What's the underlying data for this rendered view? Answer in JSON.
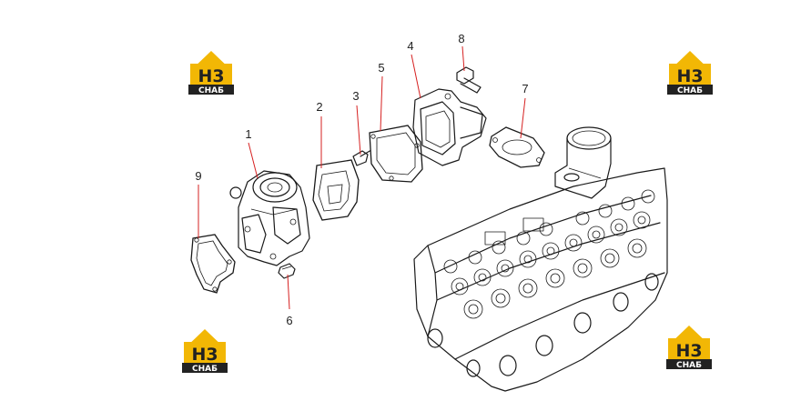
{
  "logos": [
    {
      "id": "top-left",
      "mark": "Н3",
      "subtitle": "СНАБ"
    },
    {
      "id": "top-right",
      "mark": "Н3",
      "subtitle": "СНАБ"
    },
    {
      "id": "bottom-left",
      "mark": "Н3",
      "subtitle": "СНАБ"
    },
    {
      "id": "bottom-right",
      "mark": "Н3",
      "subtitle": "СНАБ"
    }
  ],
  "colors": {
    "logo_yellow": "#f2b705",
    "logo_dark": "#222222",
    "leader_red": "#d62020"
  },
  "callouts": [
    {
      "number": "1",
      "part": "water-pump"
    },
    {
      "number": "2",
      "part": "pump-gasket"
    },
    {
      "number": "3",
      "part": "stud-bolt"
    },
    {
      "number": "4",
      "part": "thermostat-housing"
    },
    {
      "number": "5",
      "part": "housing-gasket"
    },
    {
      "number": "6",
      "part": "bolt"
    },
    {
      "number": "7",
      "part": "outlet-gasket"
    },
    {
      "number": "8",
      "part": "bolt"
    },
    {
      "number": "9",
      "part": "rear-gasket"
    }
  ]
}
